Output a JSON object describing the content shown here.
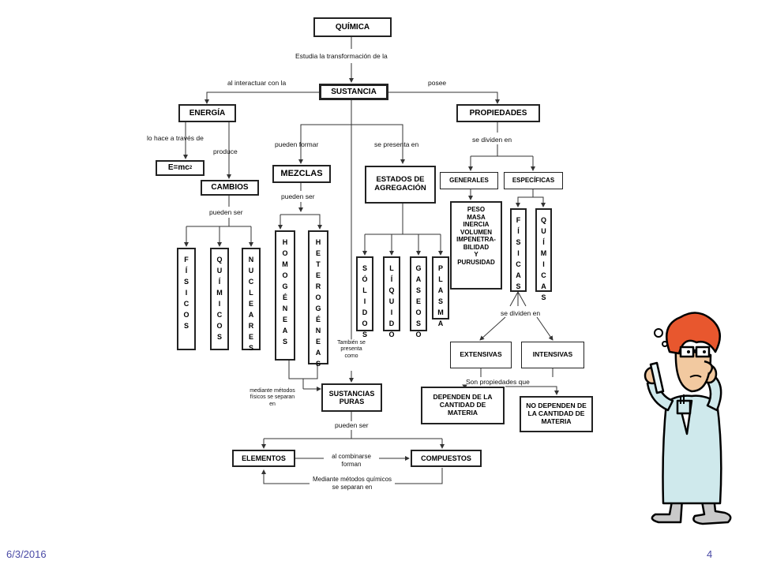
{
  "slide": {
    "date": "6/3/2016",
    "page_number": "4"
  },
  "boxes": {
    "quimica": "QUÍMICA",
    "sustancia": "SUSTANCIA",
    "energia": "ENERGÍA",
    "propiedades": "PROPIEDADES",
    "emc2": "E=mc",
    "emc2_sup": "2",
    "cambios": "CAMBIOS",
    "mezclas": "MEZCLAS",
    "estados": "ESTADOS DE AGREGACIÓN",
    "generales": "GENERALES",
    "especificas": "ESPECÍFICAS",
    "generales_list": [
      "PESO",
      "MASA",
      "INERCIA",
      "VOLUMEN",
      "IMPENETRA-",
      "BILIDAD",
      "Y",
      "PURUSIDAD"
    ],
    "extensivas": "EXTENSIVAS",
    "intensivas": "INTENSIVAS",
    "dependen": "DEPENDEN DE LA CANTIDAD DE MATERIA",
    "no_dependen": "NO DEPENDEN DE LA CANTIDAD DE MATERIA",
    "sustancias_puras": "SUSTANCIAS PURAS",
    "elementos": "ELEMENTOS",
    "compuestos": "COMPUESTOS"
  },
  "vertical_boxes": {
    "fisicos": "FÍSICOS",
    "quimicos": "QUÍMICOS",
    "nucleares": "NUCLEARES",
    "homogeneas": "HOMOGÉNEAS",
    "heterogeneas": "HETEROGÉNEAS",
    "solidos": "SÓLIDOS",
    "liquido": "LÍQUIDO",
    "gaseoso": "GASEOSO",
    "plasma": "PLASMA",
    "fisicas": "FÍSICAS",
    "quimicas": "QUÍMICAS"
  },
  "labels": {
    "estudia": "Estudia la transformación de la",
    "al_interactuar": "al interactuar con la",
    "posee": "posee",
    "lo_hace": "lo hace a través de",
    "produce": "produce",
    "pueden_formar": "pueden formar",
    "se_presenta_en": "se presenta en",
    "se_dividen_en": "se dividen en",
    "pueden_ser_cambios": "pueden ser",
    "pueden_ser_mezclas": "pueden ser",
    "tambien": "También se presenta como",
    "se_dividen_en_2": "se dividen en",
    "son_propiedades": "Son propiedades que",
    "mediante_fisicos": "mediante métodos físicos se separan en",
    "pueden_ser_puras": "pueden ser",
    "al_combinarse": "al combinarse forman",
    "mediante_quimicos": "Mediante métodos químicos se separan en"
  },
  "colors": {
    "footer_text": "#4a4aa5",
    "hair": "#e8572e",
    "coat": "#cfe9ec"
  }
}
